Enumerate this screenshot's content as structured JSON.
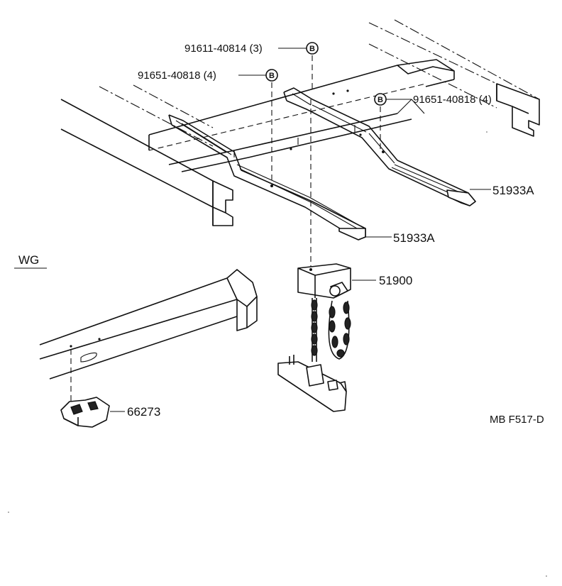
{
  "labels": {
    "bolt_top": "91611-40814 (3)",
    "washer_left": "91651-40818 (4)",
    "washer_right": "91651-40818 (4)",
    "rail_right": "51933A",
    "rail_left": "51933A",
    "carrier": "51900",
    "bracket": "66273",
    "variant": "WG",
    "code": "MB F517-D"
  },
  "callout_letter": "B"
}
